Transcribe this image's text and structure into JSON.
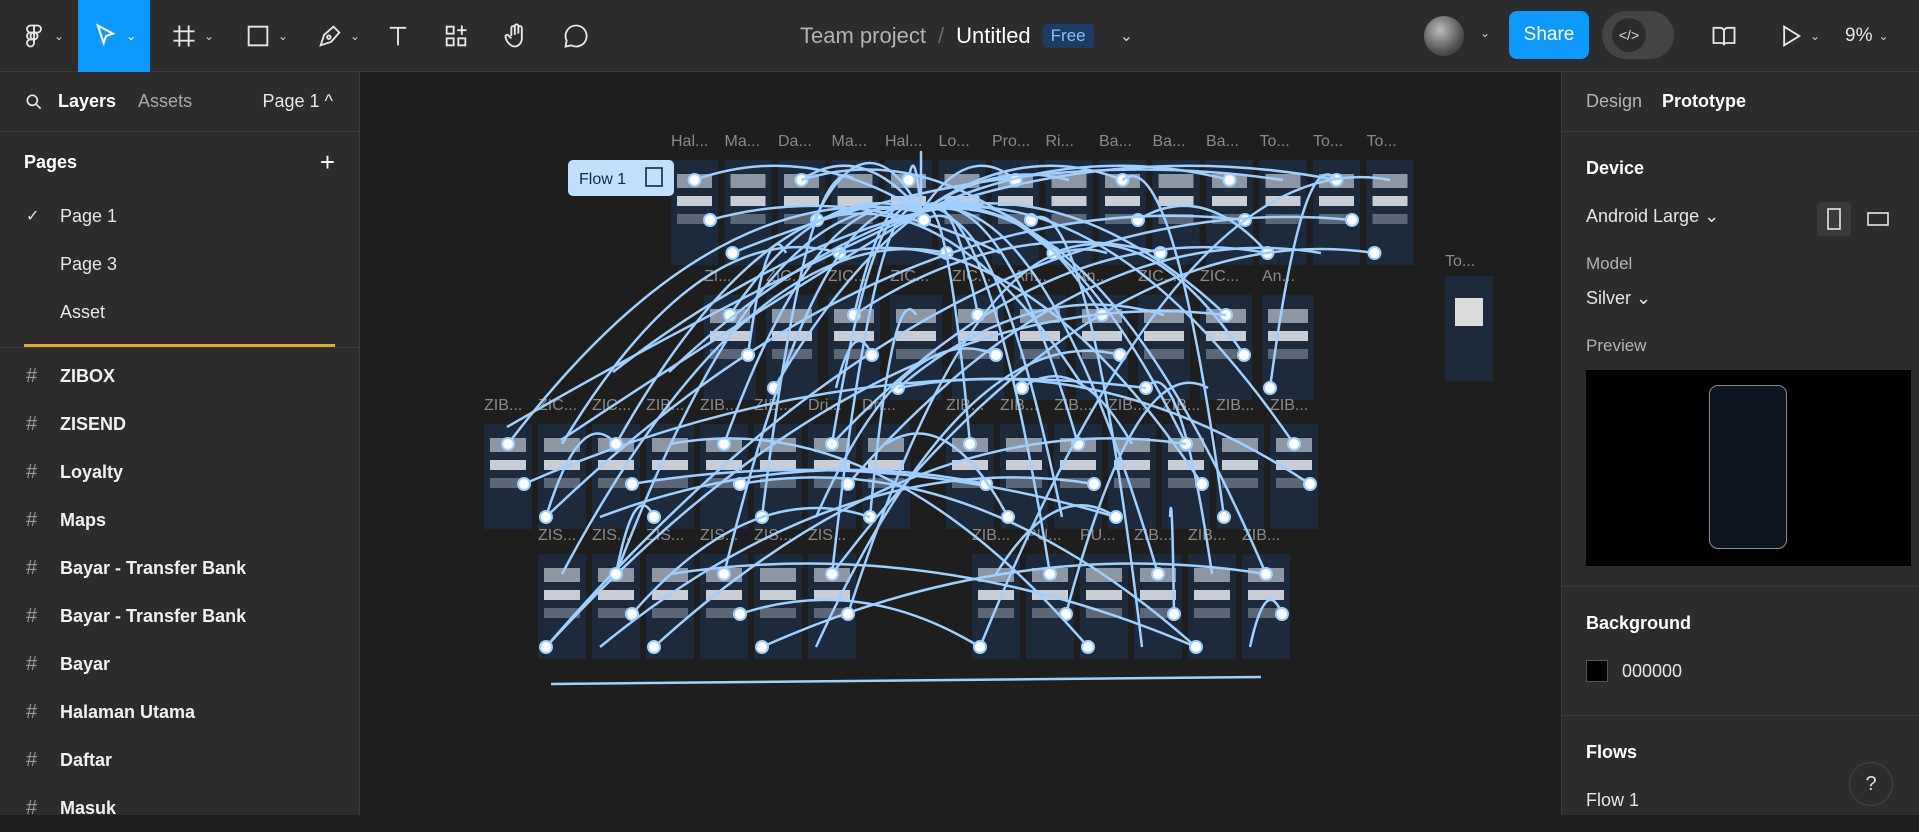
{
  "toolbar": {
    "caret": "⌄",
    "zoom": "9%",
    "share_label": "Share",
    "devmode_icon": "</>"
  },
  "file": {
    "team": "Team project",
    "separator": "/",
    "name": "Untitled",
    "plan_badge": "Free"
  },
  "left_panel": {
    "tabs": [
      "Layers",
      "Assets"
    ],
    "page_selector": "Page 1 ^",
    "pages_heading": "Pages",
    "add": "+",
    "check": "✓",
    "pages": [
      "Page 1",
      "Page 3",
      "Asset"
    ],
    "layers": [
      "ZIBOX",
      "ZISEND",
      "Loyalty",
      "Maps",
      "Bayar - Transfer Bank",
      "Bayar - Transfer Bank",
      "Bayar",
      "Halaman Utama",
      "Daftar",
      "Masuk"
    ]
  },
  "canvas": {
    "flow_label": "Flow 1",
    "row1_labels": [
      "Hal...",
      "Ma...",
      "Da...",
      "Ma...",
      "Hal...",
      "Lo...",
      "Pro...",
      "Ri...",
      "Ba...",
      "Ba...",
      "Ba...",
      "To...",
      "To...",
      "To..."
    ],
    "row1_extra": "To...",
    "row2_labels": [
      "ZI...",
      "ZIC...",
      "ZIC...",
      "ZIC...",
      "ZIC...",
      "An...",
      "An...",
      "ZIC...",
      "ZIC...",
      "An..."
    ],
    "row3_labels": [
      "ZIB...",
      "ZIC...",
      "ZIC...",
      "ZIB...",
      "ZIB...",
      "ZIB...",
      "Dri...",
      "Dri...",
      "ZIB...",
      "ZIB...",
      "ZIB...",
      "ZIB...",
      "ZIB...",
      "ZIB...",
      "ZIB..."
    ],
    "row4_labels": [
      "ZIS...",
      "ZIS...",
      "ZIS...",
      "ZIS...",
      "ZIS...",
      "ZIS...",
      "ZIB...",
      "PU...",
      "PU...",
      "ZIB...",
      "ZIB...",
      "ZIB..."
    ]
  },
  "right_panel": {
    "tabs": [
      "Design",
      "Prototype"
    ],
    "device_heading": "Device",
    "device": "Android Large ⌄",
    "model_label": "Model",
    "model": "Silver ⌄",
    "preview_label": "Preview",
    "background_heading": "Background",
    "background_hex": "000000",
    "flows_heading": "Flows",
    "flow_item": "Flow 1",
    "help": "?"
  },
  "colors": {
    "accent": "#0d99ff",
    "connector": "#9fd0ff",
    "frame": "#1c2a3b"
  }
}
